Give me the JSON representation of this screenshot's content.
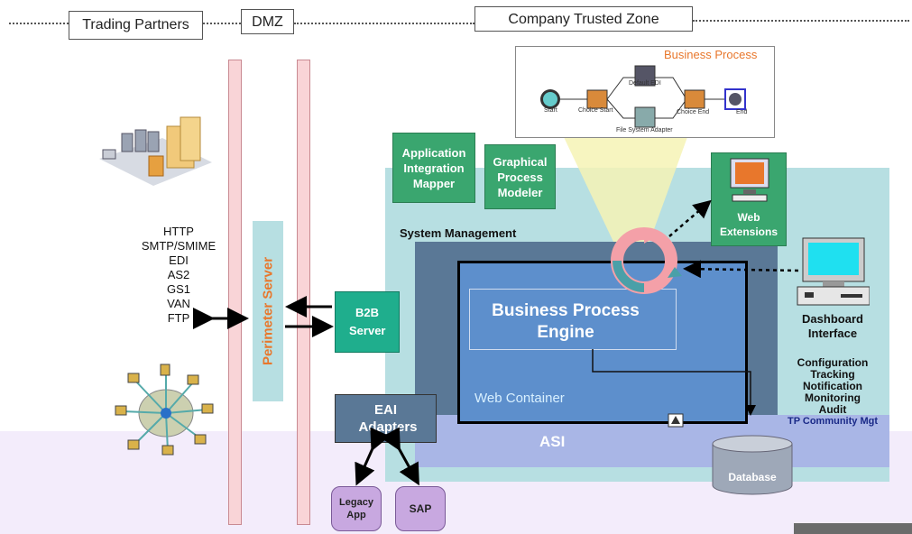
{
  "zones": {
    "trading_partners": "Trading Partners",
    "dmz": "DMZ",
    "company": "Company Trusted Zone"
  },
  "protocols": [
    "HTTP",
    "SMTP/SMIME",
    "EDI",
    "AS2",
    "GS1",
    "VAN",
    "FTP"
  ],
  "perimeter_server": "Perimeter Server",
  "b2b_server": "B2B Server",
  "eai_adapters": "EAI Adapters",
  "legacy_app": "Legacy App",
  "sap": "SAP",
  "application_integration_mapper": "Application Integration Mapper",
  "graphical_process_modeler": "Graphical Process Modeler",
  "system_management": "System Management",
  "business_process_engine": "Business Process Engine",
  "web_container": "Web Container",
  "asi": "ASI",
  "database": "Database",
  "web_extensions": "Web Extensions",
  "dashboard_interface": "Dashboard Interface",
  "dashboard_functions": [
    "Configuration",
    "Tracking",
    "Notification",
    "Monitoring",
    "Audit",
    "TP Community Mgt"
  ],
  "business_process": {
    "title": "Business Process",
    "nodes": {
      "start": "Start",
      "choice_start": "Choice Start",
      "default_edi": "Default EDI",
      "file_system_adapter": "File System Adapter",
      "choice_end": "Choice End",
      "end": "End"
    }
  },
  "colors": {
    "pink_column": "#f9d4d7",
    "teal_panel": "#b7dfe2",
    "slate_panel": "#5a7896",
    "blue_panel": "#5d8fcc",
    "green_box": "#3aa66f",
    "b2b_box": "#1fae8d",
    "purple_box": "#c8a8e0",
    "orange_text": "#e8772c",
    "lavender_band": "#f3ecfb"
  }
}
